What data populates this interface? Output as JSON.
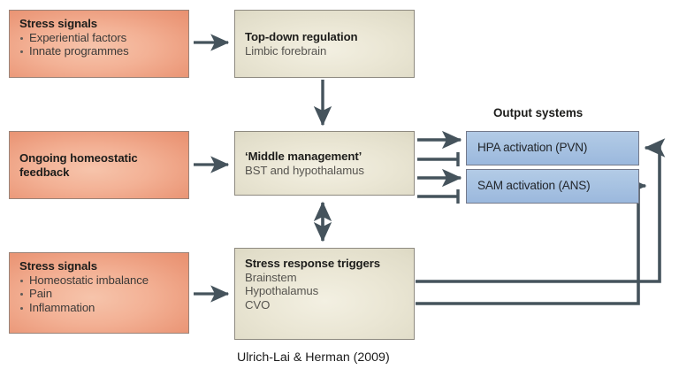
{
  "figure": {
    "caption": "Ulrich-Lai & Herman (2009)",
    "output_group_label": "Output systems"
  },
  "nodes": {
    "stress_signals_top": {
      "title": "Stress signals",
      "bullets": [
        "Experiential factors",
        "Innate programmes"
      ]
    },
    "homeostatic_feedback": {
      "title": "Ongoing homeostatic",
      "title_line2": "feedback"
    },
    "stress_signals_bottom": {
      "title": "Stress signals",
      "bullets": [
        "Homeostatic imbalance",
        "Pain",
        "Inflammation"
      ]
    },
    "top_down": {
      "title": "Top-down regulation",
      "sub": [
        "Limbic forebrain"
      ]
    },
    "middle_management": {
      "title": "‘Middle management’",
      "sub": [
        "BST and hypothalamus"
      ]
    },
    "stress_triggers": {
      "title": "Stress response triggers",
      "sub": [
        "Brainstem",
        "Hypothalamus",
        "CVO"
      ]
    },
    "hpa": {
      "label": "HPA activation (PVN)"
    },
    "sam": {
      "label": "SAM activation (ANS)"
    }
  },
  "colors": {
    "input_box_fill": "#f0a88a",
    "process_box_fill": "#e8e4d2",
    "output_box_fill": "#a8c3e2",
    "connector": "#45535c",
    "box_border": "#8f8b82",
    "background": "#ffffff"
  },
  "edges": [
    {
      "from": "stress_signals_top",
      "to": "top_down",
      "kind": "arrow"
    },
    {
      "from": "homeostatic_feedback",
      "to": "middle_management",
      "kind": "arrow"
    },
    {
      "from": "stress_signals_bottom",
      "to": "stress_triggers",
      "kind": "arrow"
    },
    {
      "from": "top_down",
      "to": "middle_management",
      "kind": "arrow"
    },
    {
      "from": "middle_management",
      "to": "stress_triggers",
      "kind": "double-arrow"
    },
    {
      "from": "middle_management",
      "to": "hpa",
      "kind": "arrow"
    },
    {
      "from": "middle_management",
      "to": "hpa",
      "kind": "inhibit"
    },
    {
      "from": "middle_management",
      "to": "sam",
      "kind": "arrow"
    },
    {
      "from": "middle_management",
      "to": "sam",
      "kind": "inhibit"
    },
    {
      "from": "stress_triggers",
      "to": "hpa",
      "kind": "arrow"
    },
    {
      "from": "stress_triggers",
      "to": "sam",
      "kind": "arrow"
    }
  ]
}
